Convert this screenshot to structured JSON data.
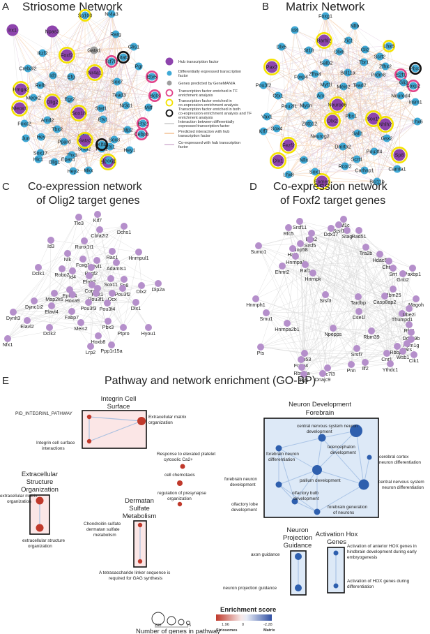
{
  "panelA": {
    "letter": "A",
    "title": "Striosome Network",
    "nodes": [
      {
        "t": "Irx1",
        "k": "hubp"
      },
      {
        "t": "Npas3",
        "k": "hubp"
      },
      {
        "t": "Sp100",
        "k": "dey"
      },
      {
        "t": "Nr4a3",
        "k": "de"
      },
      {
        "t": "Rarg",
        "k": "de"
      },
      {
        "t": "Glis1",
        "k": "de"
      },
      {
        "t": "Pgr",
        "k": "de"
      },
      {
        "t": "Etv5",
        "k": "dep"
      },
      {
        "t": "Bcl3",
        "k": "dep"
      },
      {
        "t": "Mitf",
        "k": "de"
      },
      {
        "t": "Ets2",
        "k": "dep"
      },
      {
        "t": "Cebpb",
        "k": "dep"
      },
      {
        "t": "Hey1",
        "k": "de"
      },
      {
        "t": "Jdp2",
        "k": "de"
      },
      {
        "t": "Sox8",
        "k": "de"
      },
      {
        "t": "Sox10",
        "k": "huby"
      },
      {
        "t": "Mkx",
        "k": "de"
      },
      {
        "t": "Hey2",
        "k": "de"
      },
      {
        "t": "Olig1",
        "k": "de"
      },
      {
        "t": "Sox17",
        "k": "de"
      },
      {
        "t": "Jun",
        "k": "de"
      },
      {
        "t": "Foxc2",
        "k": "de"
      },
      {
        "t": "Meox1",
        "k": "huby"
      },
      {
        "t": "Hmga2",
        "k": "huby"
      },
      {
        "t": "Creb3l2",
        "k": "de"
      },
      {
        "t": "Ikzf2",
        "k": "de"
      },
      {
        "t": "Foxf2",
        "k": "huby"
      },
      {
        "t": "Gata1",
        "k": "gm"
      },
      {
        "t": "Tcf7l2",
        "k": "dep"
      },
      {
        "t": "Stat3",
        "k": "dek"
      },
      {
        "t": "Id1",
        "k": "de"
      },
      {
        "t": "Relb",
        "k": "de"
      },
      {
        "t": "Efg",
        "k": "de"
      },
      {
        "t": "Nr4a1",
        "k": "huby"
      },
      {
        "t": "Sox7",
        "k": "de"
      },
      {
        "t": "Tead3",
        "k": "de"
      },
      {
        "t": "Olig2",
        "k": "huby"
      },
      {
        "t": "Egr2",
        "k": "de"
      },
      {
        "t": "Meox2",
        "k": "de"
      },
      {
        "t": "Sox18",
        "k": "huby"
      },
      {
        "t": "Stat1",
        "k": "de"
      },
      {
        "t": "Etv1",
        "k": "de"
      },
      {
        "t": "Klf10",
        "k": "de"
      },
      {
        "t": "Snai2",
        "k": "de"
      },
      {
        "t": "Arntl2",
        "k": "de"
      },
      {
        "t": "Tbx2",
        "k": "de"
      },
      {
        "t": "Gata2",
        "k": "huby"
      },
      {
        "t": "Prrx1",
        "k": "de"
      },
      {
        "t": "Nr3c1",
        "k": "de"
      },
      {
        "t": "Ppard",
        "k": "de"
      },
      {
        "t": "Hey",
        "k": "de"
      },
      {
        "t": "Tbx3",
        "k": "de"
      },
      {
        "t": "Bcl6b",
        "k": "de"
      },
      {
        "t": "Hic1",
        "k": "de"
      },
      {
        "t": "Ets1",
        "k": "de"
      },
      {
        "t": "Epas1",
        "k": "de"
      },
      {
        "t": "Klf4",
        "k": "dek"
      },
      {
        "t": "Tead2",
        "k": "de"
      }
    ]
  },
  "panelB": {
    "letter": "B",
    "title": "Matrix Network",
    "nodes": [
      {
        "t": "Foxg1",
        "k": "de"
      },
      {
        "t": "Nfib",
        "k": "de"
      },
      {
        "t": "Id4",
        "k": "de"
      },
      {
        "t": "Barhl2",
        "k": "huby"
      },
      {
        "t": "Zic1",
        "k": "de"
      },
      {
        "t": "Gli2",
        "k": "de"
      },
      {
        "t": "Scrt2",
        "k": "de"
      },
      {
        "t": "Zfhx2",
        "k": "de"
      },
      {
        "t": "Dlx5",
        "k": "de"
      },
      {
        "t": "St18",
        "k": "de"
      },
      {
        "t": "Dlx6",
        "k": "de"
      },
      {
        "t": "Lhx6",
        "k": "dey"
      },
      {
        "t": "E2f1",
        "k": "dep"
      },
      {
        "t": "Pax7",
        "k": "huby"
      },
      {
        "t": "Satb2",
        "k": "de"
      },
      {
        "t": "Tbr1",
        "k": "de"
      },
      {
        "t": "Prdm8",
        "k": "de"
      },
      {
        "t": "Zfhx4",
        "k": "de"
      },
      {
        "t": "Bcl11a",
        "k": "de"
      },
      {
        "t": "Gli3",
        "k": "de"
      },
      {
        "t": "Neurod4",
        "k": "de"
      },
      {
        "t": "Foxp4",
        "k": "de"
      },
      {
        "t": "Myt1l",
        "k": "de"
      },
      {
        "t": "Meis2",
        "k": "de"
      },
      {
        "t": "Tead2",
        "k": "de"
      },
      {
        "t": "Pbx3",
        "k": "dek"
      },
      {
        "t": "Pou3f2",
        "k": "de"
      },
      {
        "t": "Otx1",
        "k": "de"
      },
      {
        "t": "Arx",
        "k": "de"
      },
      {
        "t": "Neurod6",
        "k": "huby"
      },
      {
        "t": "Foxp2",
        "k": "dep"
      },
      {
        "t": "Insm1",
        "k": "de"
      },
      {
        "t": "Vax1",
        "k": "de"
      },
      {
        "t": "Pou2f1",
        "k": "de"
      },
      {
        "t": "Mycn",
        "k": "de"
      },
      {
        "t": "Dlx2",
        "k": "huby"
      },
      {
        "t": "Sox11",
        "k": "huby"
      },
      {
        "t": "Lhx6",
        "k": "de"
      },
      {
        "t": "Zbtb12",
        "k": "de"
      },
      {
        "t": "Pbx1",
        "k": "de"
      },
      {
        "t": "Nhlh2",
        "k": "huby"
      },
      {
        "t": "Klf7",
        "k": "de"
      },
      {
        "t": "Sox4",
        "k": "de"
      },
      {
        "t": "Neurog2",
        "k": "de"
      },
      {
        "t": "Sall1",
        "k": "de"
      },
      {
        "t": "Gsx2",
        "k": "de"
      },
      {
        "t": "Fezf2",
        "k": "huby"
      },
      {
        "t": "Dmrta2",
        "k": "de"
      },
      {
        "t": "Pou3f4",
        "k": "de"
      },
      {
        "t": "Sp8",
        "k": "huby"
      },
      {
        "t": "Dlx1",
        "k": "huby"
      },
      {
        "t": "Nfix",
        "k": "de"
      },
      {
        "t": "Scrt1",
        "k": "de"
      },
      {
        "t": "Rcor2",
        "k": "de"
      },
      {
        "t": "Camta1",
        "k": "de"
      },
      {
        "t": "Lhx8",
        "k": "de"
      },
      {
        "t": "Sox1",
        "k": "de"
      },
      {
        "t": "Carhsp1",
        "k": "de"
      },
      {
        "t": "Bcl11b",
        "k": "de"
      },
      {
        "t": "Eomes",
        "k": "huby"
      }
    ]
  },
  "legend": [
    {
      "k": "hubp",
      "t": "Hub transcription factor"
    },
    {
      "k": "de",
      "t": "Differentially expressed transcription factor"
    },
    {
      "k": "gm",
      "t": "Genes predicted by GeneMANIA"
    },
    {
      "k": "ringp",
      "t": "Transcription factor enriched in TF enrichment analysis"
    },
    {
      "k": "ringy",
      "t": "Transcription factor enriched in co-expression enrichment analysis"
    },
    {
      "k": "ringk",
      "t": "Transcription factor enriched in both co-expression enrichment analysis and TF enrichment analysis"
    },
    {
      "k": "lg",
      "t": "Interaction between differentially expressed transcription factor"
    },
    {
      "k": "lo",
      "t": "Predicted interaction with hub transcription factor"
    },
    {
      "k": "lp",
      "t": "Co-expressed with hub transcription factor"
    }
  ],
  "panelC": {
    "letter": "C",
    "title1": "Co-expression network",
    "title2": "of Olig2 target genes",
    "nodes": [
      "Tle3",
      "Kif7",
      "Cbfa2t2",
      "Dchs1",
      "Id3",
      "Runx1t1",
      "Rac1",
      "Hnrnpul1",
      "Nlk",
      "Foxg1",
      "Dvl1",
      "Adamts1",
      "Pcgf2",
      "Dclk1",
      "Robo2",
      "Id4",
      "Efnb2",
      "Sox11",
      "Sp8",
      "Dlx2",
      "Dip2a",
      "Cond2",
      "Epha4",
      "Pbx1",
      "Pou3f2",
      "Map2k6",
      "Hoxa9",
      "Pou3f1",
      "Ocx",
      "Dync1i2",
      "Dynlt3",
      "Pou3f3",
      "Pou3f4",
      "Dlx1",
      "Elavl4",
      "Fabp7",
      "Nfx1",
      "Elavl2",
      "Dclk2",
      "Meis2",
      "Pbx3",
      "Ptpro",
      "Hyou1",
      "Hoxb8",
      "Lrp2",
      "Ppp1r15a"
    ]
  },
  "panelD": {
    "letter": "D",
    "title1": "Co-expression network",
    "title2": "of Foxf2 target genes",
    "nodes": [
      "Srsf11",
      "Taf1c",
      "Srsf1",
      "Rfc5",
      "Ezh2",
      "Ddx17",
      "Stag",
      "Rad51",
      "Srsf5",
      "Sumo1",
      "Nop58",
      "Tra2b",
      "Hat1",
      "Hdac5",
      "Hnrnpa1",
      "Chtop",
      "Raf1",
      "Srrt",
      "Paxbp1",
      "Gnb2",
      "Ehmt2",
      "Hnrnpk",
      "Rbm25",
      "Casp8ap2",
      "Hnrnph1",
      "Srsf3",
      "Tardbp",
      "Magoh",
      "Smu1",
      "Cse1l",
      "Thumpd1",
      "Ube2i",
      "Hnrnpa2b1",
      "Rfc4",
      "Ddx39b",
      "Npepps",
      "Rbm39",
      "Ppm1g",
      "Vars",
      "Pts",
      "Rbbp4",
      "Wsb1",
      "Srsf7",
      "Trp53",
      "Cnr1",
      "Clk1",
      "Fnbp4",
      "Pnn",
      "Ilf2",
      "Ythdc1",
      "Rbm8a",
      "Luc7l3",
      "Taf5",
      "Dnajc9"
    ]
  },
  "panelE": {
    "letter": "E",
    "title": "Pathway and network enrichment (GO-BP)",
    "clusters": {
      "integrin": {
        "title1": "Integrin Cell",
        "title2": "Surface",
        "n1": "PID_INTEGRIN1_PATHWAY",
        "n2": "Extracellular matrix organization",
        "n3": "Integrin cell surface interactions"
      },
      "extracellular": {
        "title1": "Extracellular",
        "title2": "Structure",
        "title3": "Organization",
        "n1": "extracellular matrix organization",
        "n2": "extracellular structure organization"
      },
      "dermatan": {
        "title1": "Dermatan",
        "title2": "Sulfate",
        "title3": "Metabolism",
        "n1": "Chondroitin sulfate dermatan sulfate metabolism",
        "n2": "A tetrasaccharide linker sequence is required for GAG synthesis"
      },
      "misc": {
        "n1": "Response to elevated platelet cytosolic Ca2+",
        "n2": "cell chemotaxis",
        "n3": "regulation of presynapse organization"
      },
      "neuron": {
        "title1": "Neuron Development",
        "title2": "Forebrain",
        "n1": "central nervous system neuron development",
        "n2": "telencephalon development",
        "n3": "forebrain neuron differentiation",
        "n4": "cerebral cortex neuron differentiation",
        "n5": "forebrain neuron development",
        "n6": "pallium development",
        "n7": "central nervous system neuron differentiation",
        "n8": "olfactory lobe development",
        "n9": "olfactory bulb development",
        "n10": "forebrain generation of neurons"
      },
      "projection": {
        "title1": "Neuron",
        "title2": "Projection",
        "title3": "Guidance",
        "n1": "axon guidance",
        "n2": "neuron projection guidance"
      },
      "hox": {
        "title1": "Activation Hox",
        "title2": "Genes",
        "n1": "Activation of anterior HOX genes in hindbrain development during early embryogenesis",
        "n2": "Activation of HOX genes during differentiation"
      }
    },
    "size_legend": {
      "title": "Number of genes in pathway",
      "ticks": [
        "200",
        "100",
        "50",
        "15"
      ]
    },
    "score_legend": {
      "title": "Enrichment score",
      "left": "1.96",
      "mid": "0",
      "right": "-2.28",
      "label_left": "Striosomes",
      "label_right": "Matrix",
      "colors": [
        "#c0392b",
        "#f6e8e8",
        "#2f4fa3"
      ]
    }
  }
}
